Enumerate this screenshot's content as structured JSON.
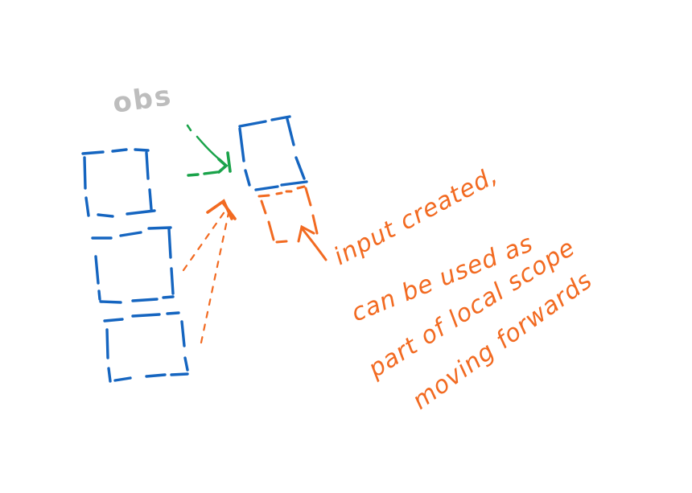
{
  "labels": {
    "obs": "obs"
  },
  "annotation": {
    "lines": [
      "input created,",
      "can be used as",
      "part of local scope",
      "moving forwards"
    ]
  },
  "colors": {
    "stack_blue": "#1565c0",
    "annotation_orange": "#f26a21",
    "arrow_green": "#1aa34a",
    "obs_grey": "#bdbdbd"
  }
}
